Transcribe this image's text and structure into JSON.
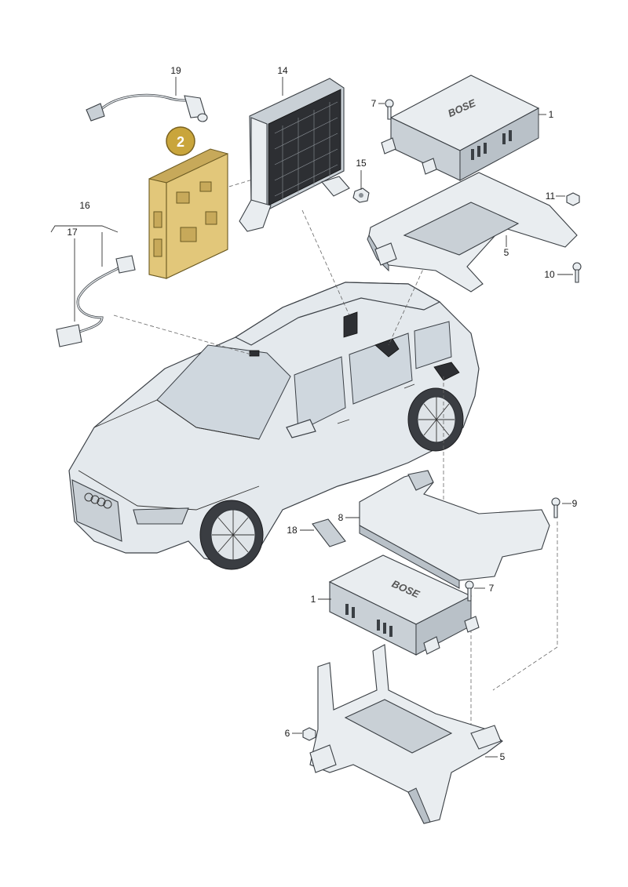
{
  "diagram": {
    "highlight_badge": "2",
    "callouts": {
      "c1a": "1",
      "c1b": "1",
      "c5a": "5",
      "c5b": "5",
      "c6": "6",
      "c7a": "7",
      "c7b": "7",
      "c8": "8",
      "c9": "9",
      "c10": "10",
      "c11": "11",
      "c14": "14",
      "c15": "15",
      "c16": "16",
      "c17": "17",
      "c18": "18",
      "c19": "19"
    },
    "amp_brand": "BOSE",
    "colors": {
      "highlight": "#e2c77a",
      "badge": "#c9a53c"
    }
  }
}
